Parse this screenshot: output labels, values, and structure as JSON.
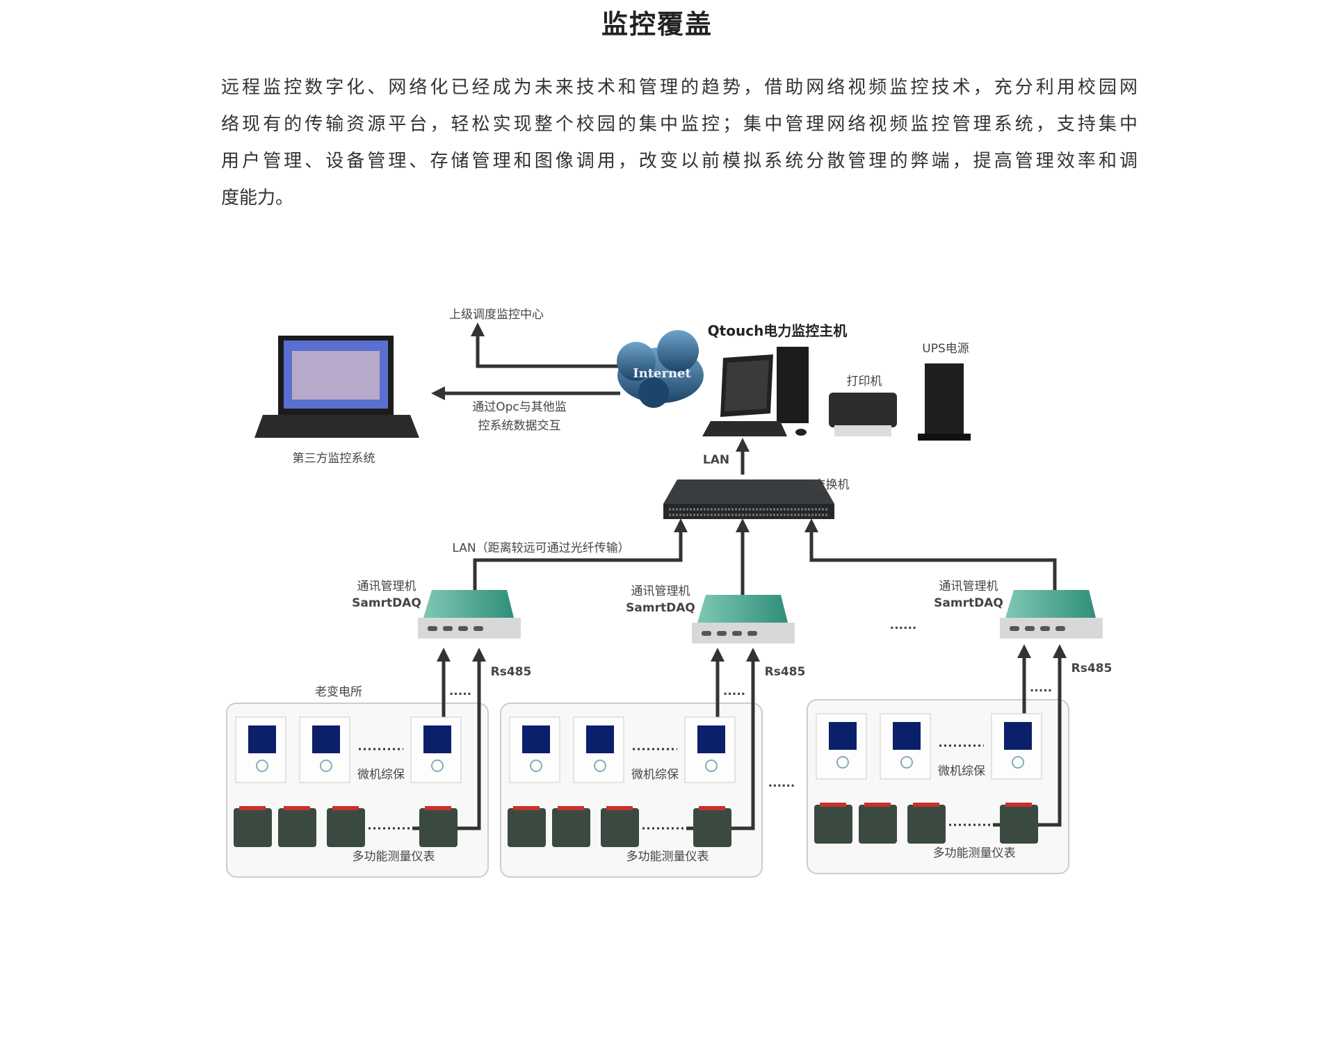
{
  "page": {
    "title": "监控覆盖",
    "paragraph_lines": [
      "远程监控数字化、网络化已经成为未来技术和管理的趋势，借助网络视频监控技术，充分利用校园网",
      "络现有的传输资源平台，轻松实现整个校园的集中监控；集中管理网络视频监控管理系统，支持集中",
      "用户管理、设备管理、存储管理和图像调用，改变以前模拟系统分散管理的弊端，提高管理效率和调",
      "度能力。"
    ]
  },
  "diagram": {
    "upper_center": "上级调度监控中心",
    "host": "Qtouch电力监控主机",
    "internet": "Internet",
    "opc_line1": "通过Opc与其他监",
    "opc_line2": "控系统数据交互",
    "third_party": "第三方监控系统",
    "printer": "打印机",
    "ups": "UPS电源",
    "lan": "LAN",
    "switch": "交换机",
    "lan_fiber": "LAN（距离较远可通过光纤传输）",
    "ellipsis": "......",
    "station_name": "老变电所",
    "groups": [
      {
        "daq_line1": "通讯管理机",
        "daq_line2": "SamrtDAQ",
        "rs485": "Rs485",
        "protection": "微机综保",
        "meters": "多功能测量仪表",
        "dots": "....."
      },
      {
        "daq_line1": "通讯管理机",
        "daq_line2": "SamrtDAQ",
        "rs485": "Rs485",
        "protection": "微机综保",
        "meters": "多功能测量仪表",
        "dots": "....."
      },
      {
        "daq_line1": "通讯管理机",
        "daq_line2": "SamrtDAQ",
        "rs485": "Rs485",
        "protection": "微机综保",
        "meters": "多功能测量仪表",
        "dots": "....."
      }
    ],
    "colors": {
      "line": "#333333",
      "daq": "#3f9f8c",
      "screen": "#0c1f6b",
      "meter_accent": "#c8302c",
      "cloud": "#2d6a99"
    }
  }
}
